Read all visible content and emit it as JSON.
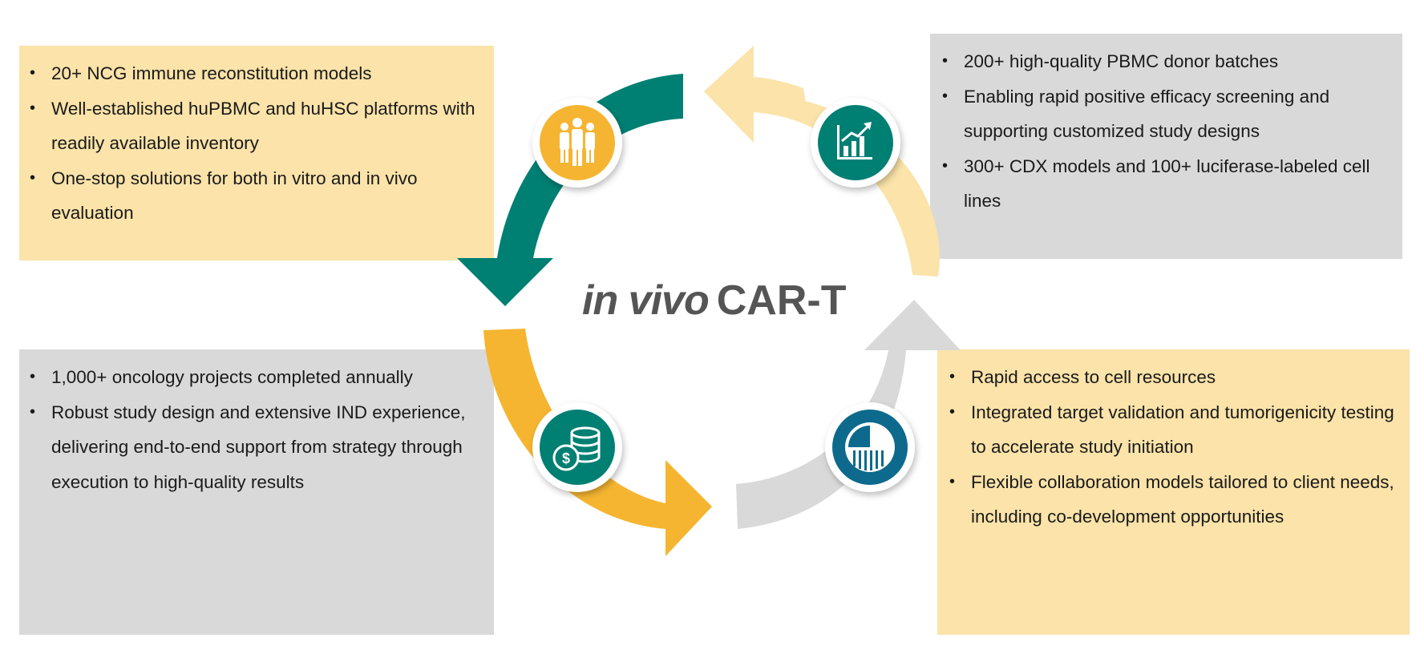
{
  "title": {
    "italic": "in vivo",
    "rest": "CAR-T"
  },
  "colors": {
    "teal": "#007f73",
    "gold": "#f5b530",
    "light_gold": "#fbe3a9",
    "gray": "#d9d9d9",
    "blue": "#0f6a8c",
    "title_gray": "#555555"
  },
  "icons": {
    "top_left": "people-group-icon",
    "top_right": "growth-chart-icon",
    "bottom_left": "coin-stack-icon",
    "bottom_right": "pie-chart-icon"
  },
  "panels": {
    "top_left": {
      "items": [
        "20+ NCG immune reconstitution models",
        "Well-established huPBMC and huHSC platforms with readily available inventory",
        "One-stop solutions for both in vitro and in vivo evaluation"
      ]
    },
    "top_right": {
      "items": [
        "200+ high-quality PBMC donor batches",
        "Enabling rapid positive efficacy screening and supporting customized study designs",
        "300+ CDX models and 100+ luciferase-labeled cell lines"
      ]
    },
    "bottom_left": {
      "items": [
        "1,000+ oncology projects completed annually",
        "Robust study design and extensive IND experience, delivering end-to-end support from strategy through execution to high-quality results"
      ]
    },
    "bottom_right": {
      "items": [
        "Rapid access to cell resources",
        "Integrated target validation and tumorigenicity testing to accelerate study initiation",
        "Flexible collaboration models tailored to client needs, including co-development opportunities"
      ]
    }
  }
}
